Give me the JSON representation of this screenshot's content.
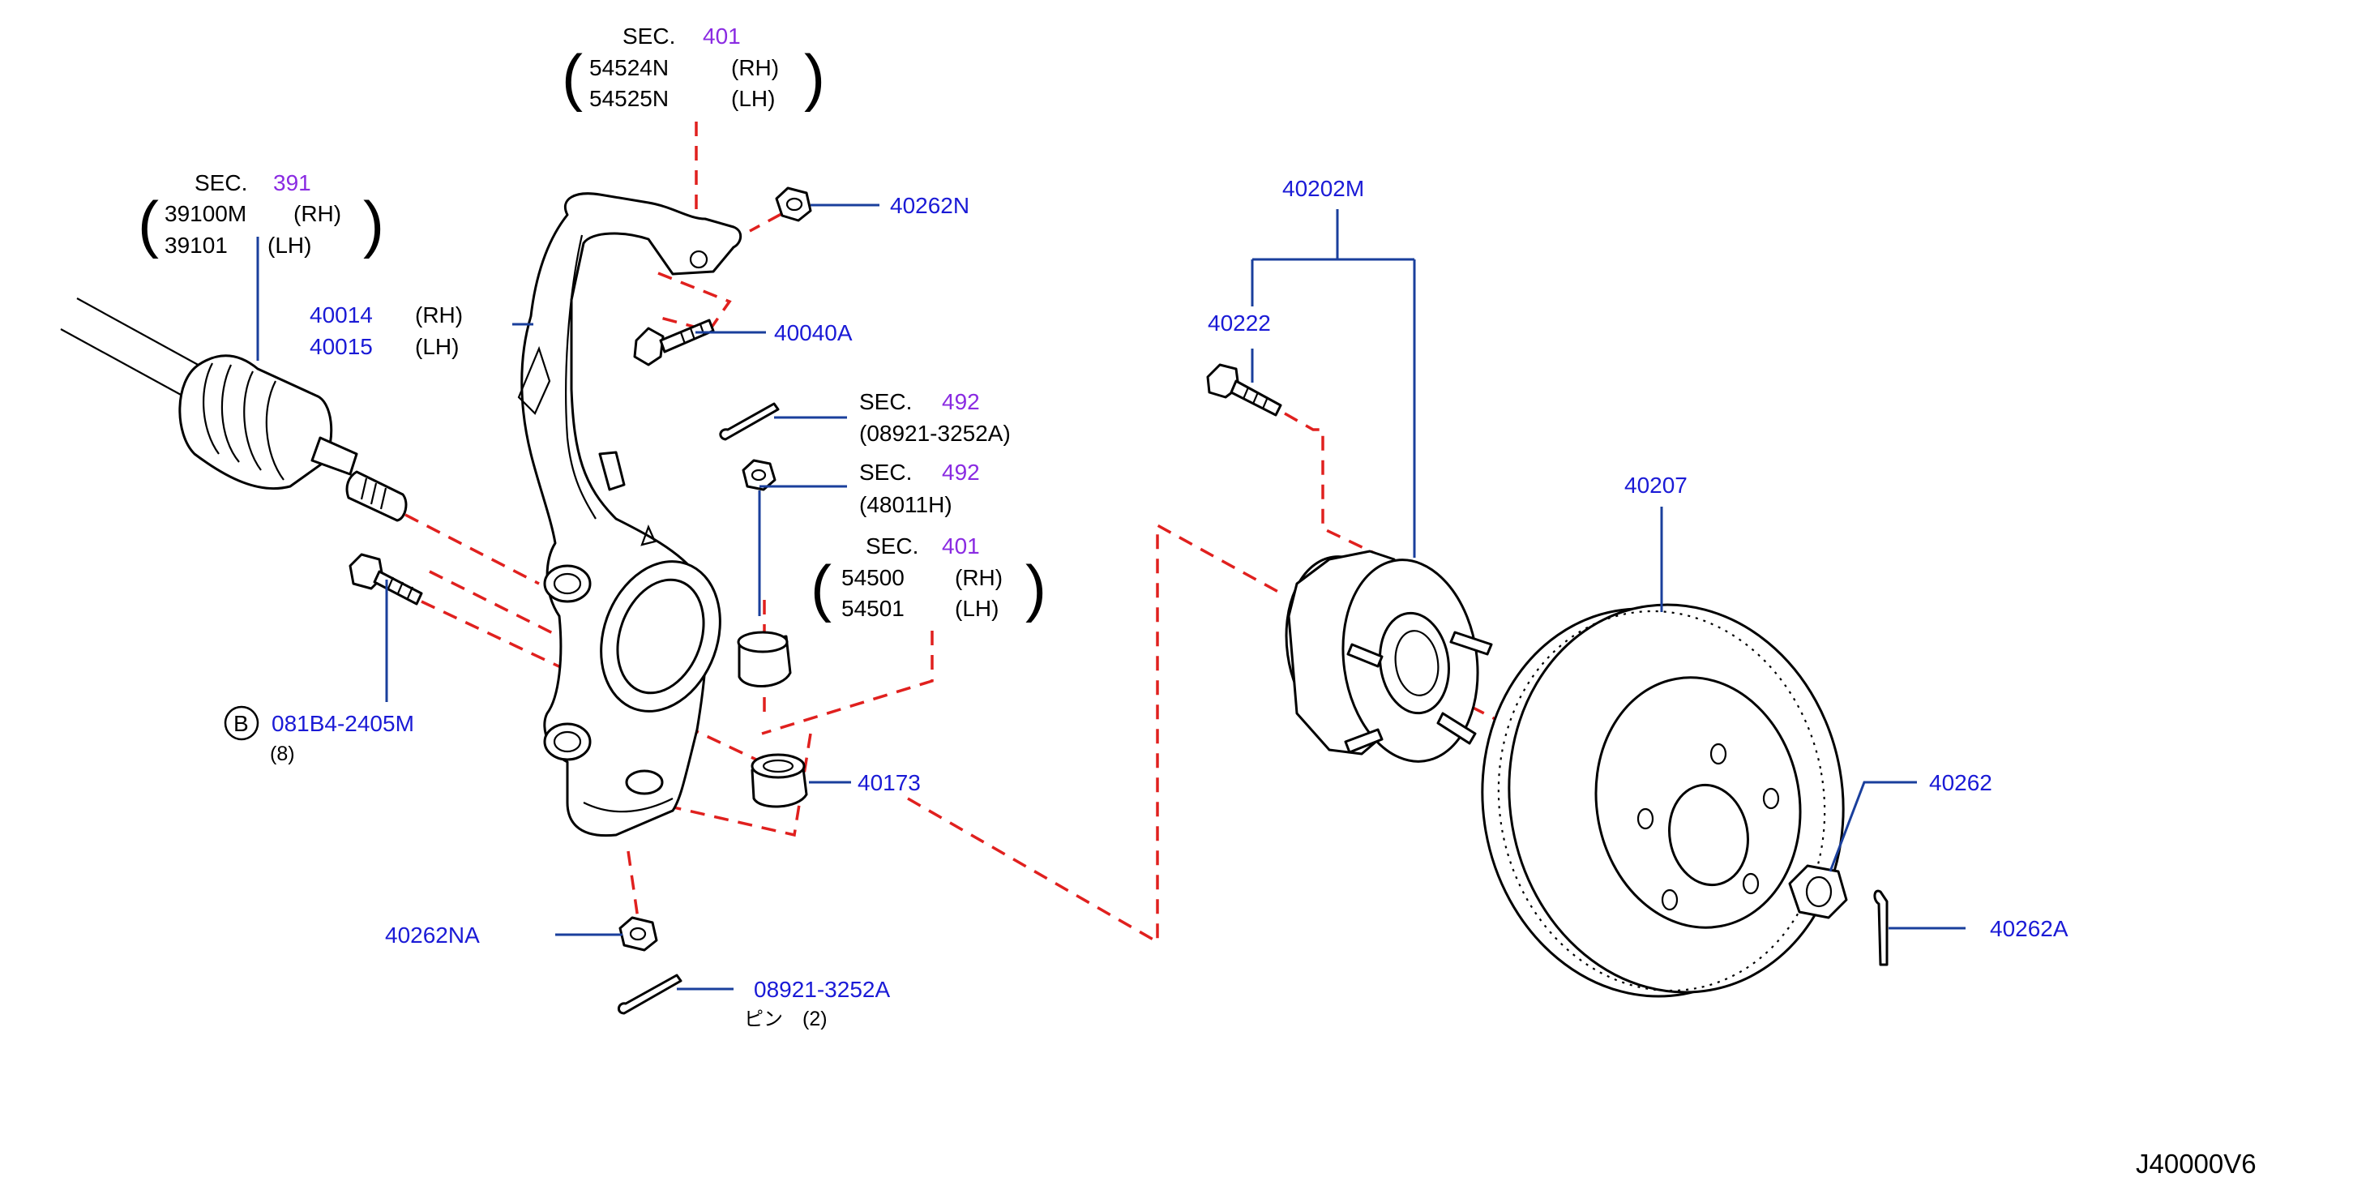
{
  "colors": {
    "part_number": "#1a1ad6",
    "section_number": "#8a2be2",
    "leader": "#1a3f9c",
    "dash": "#e0201e",
    "outline": "#000000"
  },
  "sec401_top": {
    "sec": "SEC.",
    "num": "401",
    "p1": "54524N",
    "s1": "(RH)",
    "p2": "54525N",
    "s2": "(LH)"
  },
  "sec391": {
    "sec": "SEC.",
    "num": "391",
    "p1": "39100M",
    "s1": "(RH)",
    "p2": "39101",
    "s2": "(LH)"
  },
  "knuckle": {
    "p1": "40014",
    "s1": "(RH)",
    "p2": "40015",
    "s2": "(LH)"
  },
  "nut_top": "40262N",
  "bolt_top": "40040A",
  "sec492_pin": {
    "sec": "SEC.",
    "num": "492",
    "ref": "(08921-3252A)"
  },
  "sec492_nut": {
    "sec": "SEC.",
    "num": "492",
    "ref": "(48011H)"
  },
  "sec401_mid": {
    "sec": "SEC.",
    "num": "401",
    "p1": "54500",
    "s1": "(RH)",
    "p2": "54501",
    "s2": "(LH)"
  },
  "bolt_b": {
    "badge": "B",
    "num": "081B4-2405M",
    "qty": "(8)"
  },
  "bushing": "40173",
  "nut_bottom": "40262NA",
  "pin_bottom": {
    "num": "08921-3252A",
    "label": "ピン",
    "qty": "(2)"
  },
  "hub_assy": "40202M",
  "stud": "40222",
  "rotor": "40207",
  "hub_nut": "40262",
  "cotter": "40262A",
  "diagram_code": "J40000V6"
}
